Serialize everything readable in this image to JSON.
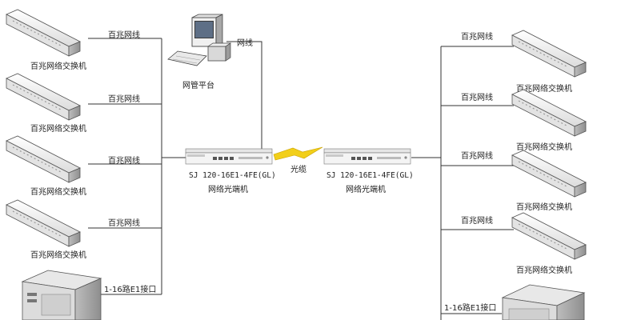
{
  "labels": {
    "switch": "百兆网络交换机",
    "line": "百兆网线",
    "netline": "网线",
    "nms": "网管平台",
    "cable": "光缆",
    "e1": "1-16路E1接口",
    "device_model": "SJ 120-16E1-4FE(GL)",
    "device_name": "网络光端机"
  },
  "colors": {
    "line": "#333333",
    "body_light": "#f2f2f2",
    "body_mid": "#d4d4d4",
    "body_dark": "#9a9a9a",
    "lightning": "#f2cf1a"
  }
}
